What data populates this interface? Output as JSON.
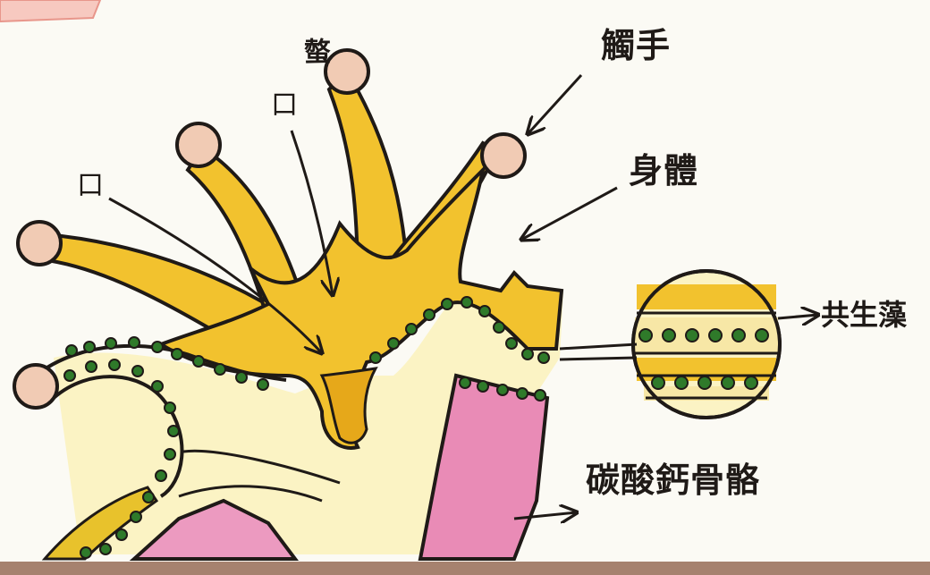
{
  "labels": {
    "mouth": "口",
    "mouth_vertical": "口",
    "stinging_cell": "螫",
    "tentacle": "觸手",
    "body": "身體",
    "symbiotic_algae": "共生藻",
    "skeleton": "碳酸鈣骨骼"
  },
  "colors": {
    "body_yellow": "#f2c22e",
    "body_deep": "#e6a81a",
    "tentacle_tip": "#f1cbb4",
    "skeleton_pink": "#e98bb6",
    "tissue_cream": "#fbf3c4",
    "algae_green": "#2f7a2a",
    "outline": "#1f1a17"
  }
}
